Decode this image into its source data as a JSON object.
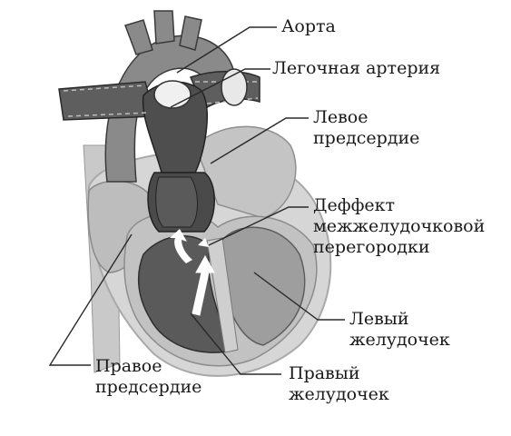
{
  "labels": {
    "aorta": "Аорта",
    "pulmonary_artery": "Легочная артерия",
    "left_atrium": [
      "Левое",
      "предсердие"
    ],
    "septal_defect": [
      "Деффект",
      "межжелудочковой",
      "перегородки"
    ],
    "left_ventricle": [
      "Левый",
      "желудочек"
    ],
    "right_ventricle": [
      "Правый",
      "желудочек"
    ],
    "right_atrium": [
      "Правое",
      "предсердие"
    ]
  },
  "colors": {
    "background": "#ffffff",
    "outline": "#2a2a2a",
    "light_tissue": "#d2d2d2",
    "mid_tissue": "#9a9a9a",
    "dark_vessel": "#5e5e5e",
    "darker_vessel": "#4a4a4a",
    "chamber_dark": "#3c3c3c",
    "arrow": "#ffffff"
  }
}
